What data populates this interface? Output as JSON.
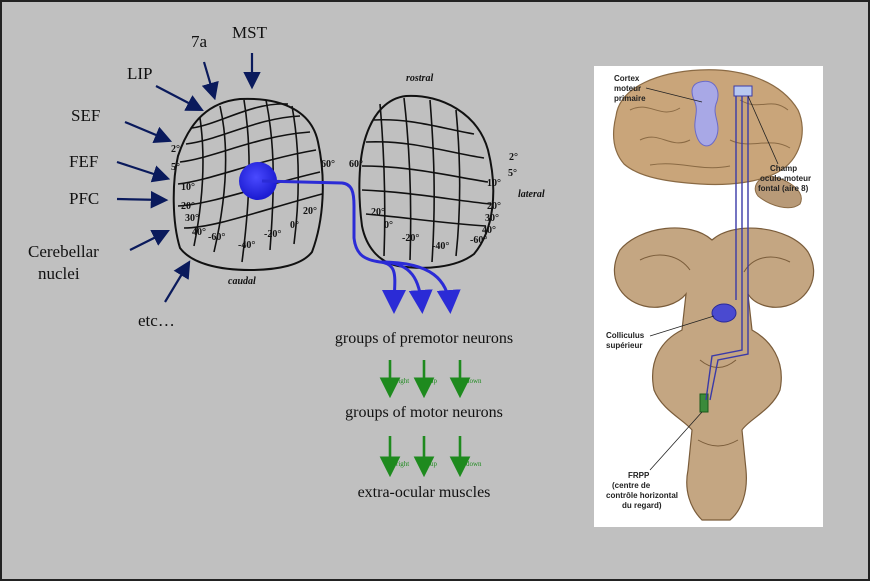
{
  "sources": [
    "MST",
    "7a",
    "LIP",
    "SEF",
    "FEF",
    "PFC",
    "Cerebellar",
    "nuclei",
    "etc…"
  ],
  "colliculus": {
    "rostral": "rostral",
    "caudal": "caudal",
    "lateral": "lateral",
    "left_degrees": [
      "2°",
      "5°",
      "10°",
      "20°",
      "30°",
      "40°",
      "-60°",
      "-40°",
      "-20°",
      "0°",
      "20°",
      "60°"
    ],
    "right_degrees": [
      "60°",
      "2°",
      "5°",
      "10°",
      "20°",
      "20°",
      "30°",
      "0°",
      "-20°",
      "-40°",
      "40°",
      "-60°"
    ]
  },
  "flow": {
    "premotor": "groups of premotor neurons",
    "motor": "groups of motor neurons",
    "muscles": "extra-ocular muscles",
    "directions": [
      "right",
      "up",
      "down"
    ]
  },
  "brain_labels": {
    "cortex": [
      "Cortex",
      "moteur",
      "primaire"
    ],
    "champ": [
      "Champ",
      "oculo-moteur",
      "fontal (aire 8)"
    ],
    "colliculus": [
      "Colliculus",
      "supérieur"
    ],
    "frpp": [
      "FRPP",
      "(centre de",
      "contrôle horizontal",
      "du regard)"
    ]
  },
  "colors": {
    "arrow_source": "#0a1a5c",
    "arrow_blue": "#2b2bd6",
    "arrow_green": "#1e8a1e",
    "background": "#c0c0c0"
  }
}
